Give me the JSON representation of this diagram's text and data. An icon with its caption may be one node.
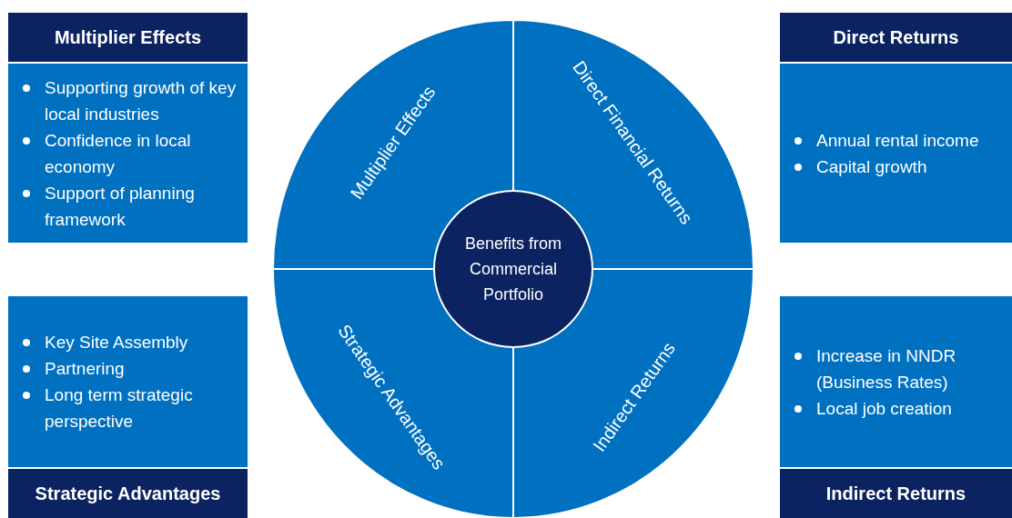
{
  "diagram": {
    "nodes": [
      {
        "text": [
          "Multiplier Effects",
          "Supporting growth of key local industries",
          "Confidence in local economy",
          "Support of planning framework"
        ]
      },
      {
        "text": [
          "Direct Returns",
          "Annual rental income",
          "Capital growth"
        ]
      },
      {
        "text": [
          "Multiplier Effects"
        ]
      },
      {
        "text": [
          "Direct Financial Returns"
        ]
      },
      {
        "text": [
          "Benefits from Commercial Portfolio"
        ]
      },
      {
        "text": [
          "Strategic Advantages"
        ]
      },
      {
        "text": [
          "Indirect Returns"
        ]
      },
      {
        "text": [
          "Key Site Assembly",
          "Partnering",
          "Long term strategic perspective",
          "Strategic Advantages"
        ]
      },
      {
        "text": [
          "Increase in NNDR (Business Rates)",
          "Local job creation",
          "Indirect Returns"
        ]
      }
    ]
  }
}
